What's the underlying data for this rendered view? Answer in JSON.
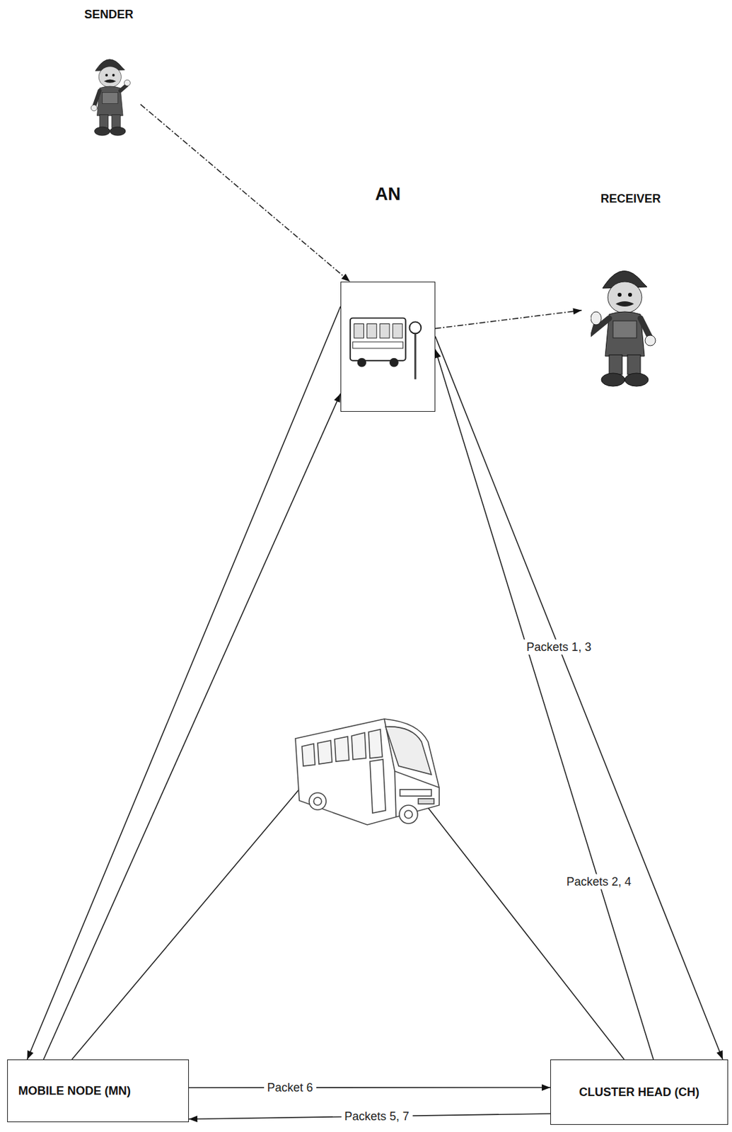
{
  "diagram": {
    "nodes": [
      {
        "text": [
          "SENDER"
        ]
      },
      {
        "text": [
          "AN"
        ]
      },
      {
        "text": [
          "RECEIVER"
        ]
      },
      {
        "text": [
          "MOBILE NODE (MN)"
        ]
      },
      {
        "text": [
          "CLUSTER HEAD (CH)"
        ]
      }
    ],
    "edges": [
      {
        "from": 0,
        "to": 1,
        "arrow": "to"
      },
      {
        "from": 1,
        "to": 2,
        "arrow": "to"
      },
      {
        "from": 1,
        "to": 3,
        "arrow": "to"
      },
      {
        "from": 3,
        "to": 1,
        "arrow": "to"
      },
      {
        "from": 1,
        "to": 4,
        "label": "Packets 1, 3",
        "arrow": "to"
      },
      {
        "from": 4,
        "to": 1,
        "label": "Packets 2, 4",
        "arrow": "to"
      },
      {
        "from": 3,
        "to": 4,
        "label": "Packet 6",
        "arrow": "to"
      },
      {
        "from": 4,
        "to": 3,
        "label": "Packets 5, 7",
        "arrow": "to"
      }
    ]
  }
}
